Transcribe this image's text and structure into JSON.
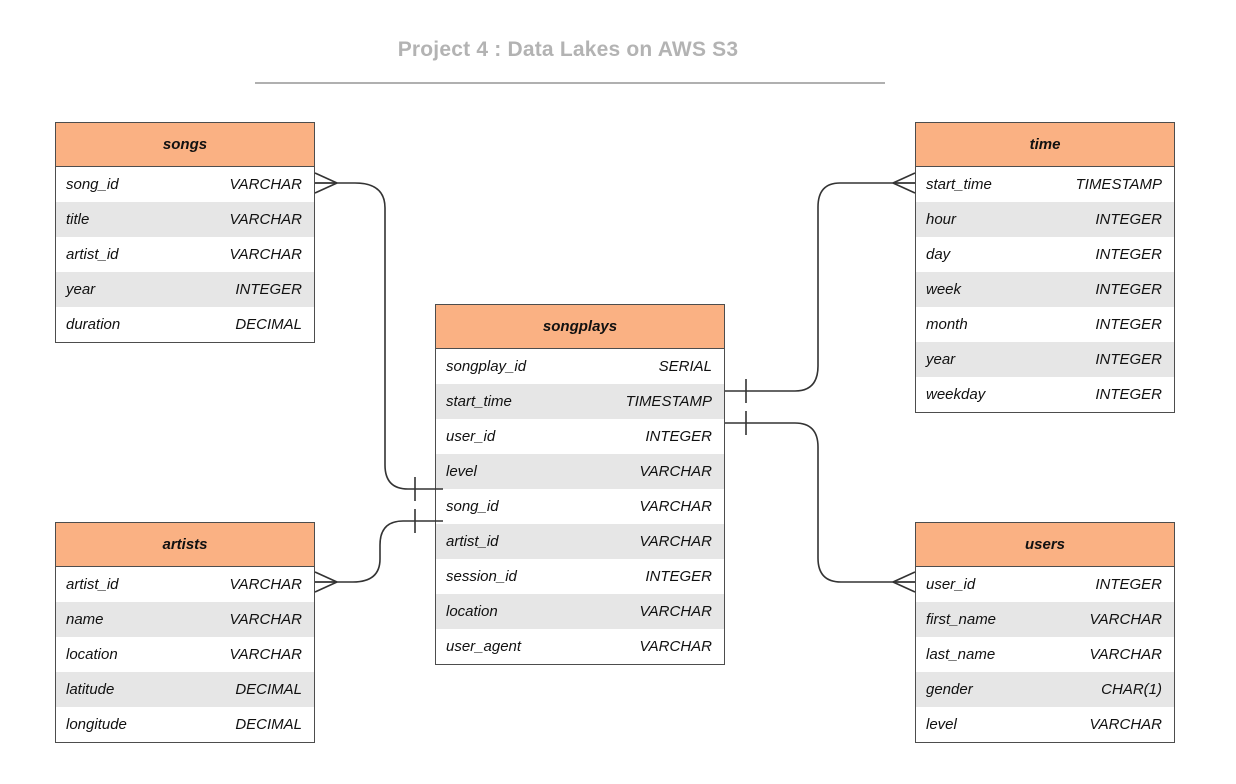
{
  "title": "Project 4 : Data Lakes on AWS S3",
  "theme": {
    "header_fill": "#FAB183",
    "row_alt_fill": "#e6e6e6",
    "row_fill": "#ffffff",
    "border": "#4d4d4d",
    "title_color": "#b3b3b3",
    "rule_color": "#b0b0b0",
    "connector_color": "#333333",
    "background": "#ffffff"
  },
  "entities": {
    "songs": {
      "name": "songs",
      "attributes": [
        {
          "name": "song_id",
          "type": "VARCHAR"
        },
        {
          "name": "title",
          "type": "VARCHAR"
        },
        {
          "name": "artist_id",
          "type": "VARCHAR"
        },
        {
          "name": "year",
          "type": "INTEGER"
        },
        {
          "name": "duration",
          "type": "DECIMAL"
        }
      ]
    },
    "artists": {
      "name": "artists",
      "attributes": [
        {
          "name": "artist_id",
          "type": "VARCHAR"
        },
        {
          "name": "name",
          "type": "VARCHAR"
        },
        {
          "name": "location",
          "type": "VARCHAR"
        },
        {
          "name": "latitude",
          "type": "DECIMAL"
        },
        {
          "name": "longitude",
          "type": "DECIMAL"
        }
      ]
    },
    "songplays": {
      "name": "songplays",
      "attributes": [
        {
          "name": "songplay_id",
          "type": "SERIAL"
        },
        {
          "name": "start_time",
          "type": "TIMESTAMP"
        },
        {
          "name": "user_id",
          "type": "INTEGER"
        },
        {
          "name": "level",
          "type": "VARCHAR"
        },
        {
          "name": "song_id",
          "type": "VARCHAR"
        },
        {
          "name": "artist_id",
          "type": "VARCHAR"
        },
        {
          "name": "session_id",
          "type": "INTEGER"
        },
        {
          "name": "location",
          "type": "VARCHAR"
        },
        {
          "name": "user_agent",
          "type": "VARCHAR"
        }
      ]
    },
    "time": {
      "name": "time",
      "attributes": [
        {
          "name": "start_time",
          "type": "TIMESTAMP"
        },
        {
          "name": "hour",
          "type": "INTEGER"
        },
        {
          "name": "day",
          "type": "INTEGER"
        },
        {
          "name": "week",
          "type": "INTEGER"
        },
        {
          "name": "month",
          "type": "INTEGER"
        },
        {
          "name": "year",
          "type": "INTEGER"
        },
        {
          "name": "weekday",
          "type": "INTEGER"
        }
      ]
    },
    "users": {
      "name": "users",
      "attributes": [
        {
          "name": "user_id",
          "type": "INTEGER"
        },
        {
          "name": "first_name",
          "type": "VARCHAR"
        },
        {
          "name": "last_name",
          "type": "VARCHAR"
        },
        {
          "name": "gender",
          "type": "CHAR(1)"
        },
        {
          "name": "level",
          "type": "VARCHAR"
        }
      ]
    }
  },
  "relationships": [
    {
      "id": "songs-songplays",
      "from_entity": "songs",
      "from_attribute": "song_id",
      "from_cardinality": "many",
      "to_entity": "songplays",
      "to_attribute": "song_id",
      "to_cardinality": "one"
    },
    {
      "id": "artists-songplays",
      "from_entity": "artists",
      "from_attribute": "artist_id",
      "from_cardinality": "many",
      "to_entity": "songplays",
      "to_attribute": "artist_id",
      "to_cardinality": "one"
    },
    {
      "id": "time-songplays",
      "from_entity": "time",
      "from_attribute": "start_time",
      "from_cardinality": "many",
      "to_entity": "songplays",
      "to_attribute": "start_time",
      "to_cardinality": "one"
    },
    {
      "id": "users-songplays",
      "from_entity": "users",
      "from_attribute": "user_id",
      "from_cardinality": "many",
      "to_entity": "songplays",
      "to_attribute": "user_id",
      "to_cardinality": "one"
    }
  ]
}
